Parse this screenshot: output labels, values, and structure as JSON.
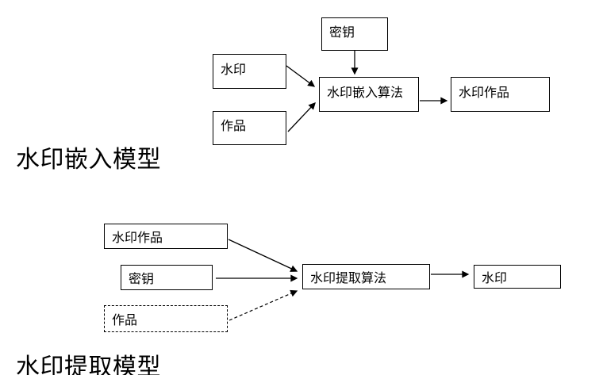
{
  "page": {
    "background_color": "#ffffff",
    "line_color": "#000000",
    "box_fill_color": "#ffffff",
    "text_color": "#000000"
  },
  "embedding_model": {
    "title": "水印嵌入模型",
    "nodes": {
      "key": "密钥",
      "watermark": "水印",
      "work": "作品",
      "algorithm": "水印嵌入算法",
      "result": "水印作品"
    }
  },
  "extraction_model": {
    "title": "水印提取模型",
    "nodes": {
      "watermarked_work": "水印作品",
      "key": "密钥",
      "work": "作品",
      "algorithm": "水印提取算法",
      "result": "水印"
    }
  }
}
